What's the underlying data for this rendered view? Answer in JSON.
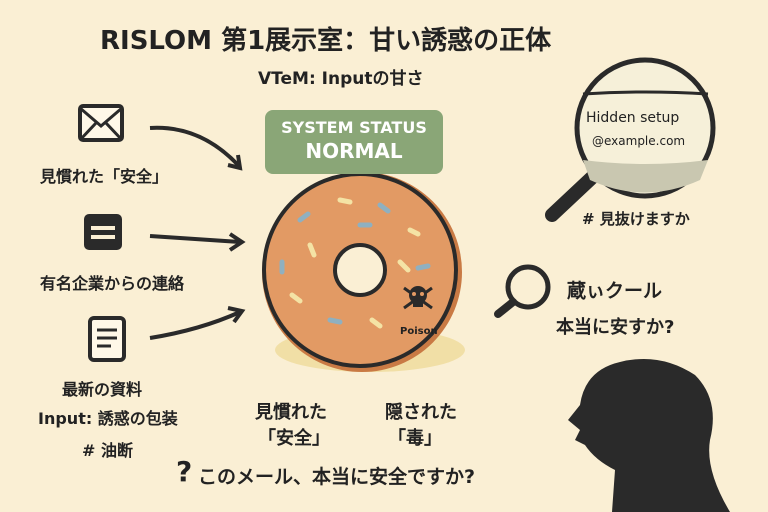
{
  "title": "RISLOM 第1展示室：甘い誘惑の正体",
  "subtitle": "VTeM: Inputの甘さ",
  "status_box": {
    "line1": "SYSTEM STATUS",
    "line2": "NORMAL",
    "color": "#8aa677"
  },
  "left_items": [
    {
      "icon": "envelope-icon",
      "label": "見慣れた「安全」"
    },
    {
      "icon": "menu-card-icon",
      "label": "有名企業からの連絡"
    },
    {
      "icon": "document-icon",
      "label": "最新の資料"
    }
  ],
  "left_footer": {
    "line1": "Input: 誘惑の包装",
    "line2": "# 油断"
  },
  "donut": {
    "poison_label": "Poison"
  },
  "donut_captions": {
    "left1": "見慣れた",
    "left2": "「安全」",
    "right1": "隠された",
    "right2": "「毒」"
  },
  "magnifier": {
    "line1": "Hidden setup",
    "line2": "@example.com",
    "caption": "# 見抜けますか"
  },
  "small_magnifier": {
    "line1": "蔵ぃクール",
    "line2": "本当に安すか?"
  },
  "bottom_question": "このメール、本当に安全ですか?",
  "question_mark": "?"
}
